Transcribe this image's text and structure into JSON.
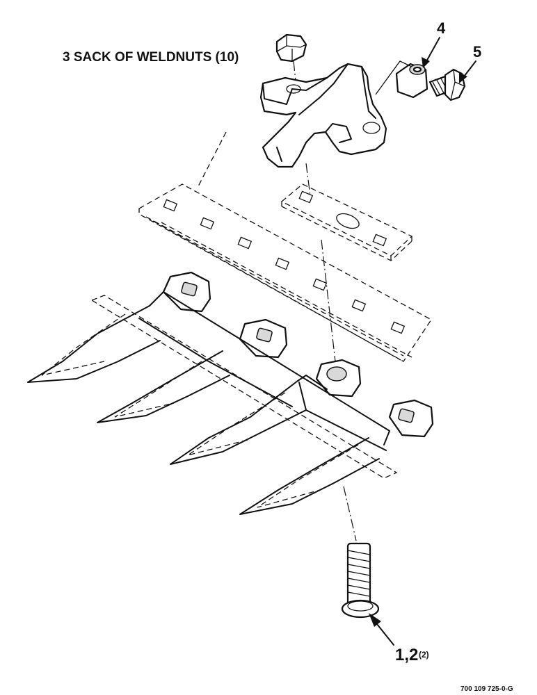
{
  "title": "3 SACK OF WELDNUTS (10)",
  "callouts": {
    "item_4": "4",
    "item_5": "5",
    "item_1_2": "1,2",
    "item_1_2_qty": "(2)"
  },
  "figure_id": "700 109 725-0-G"
}
